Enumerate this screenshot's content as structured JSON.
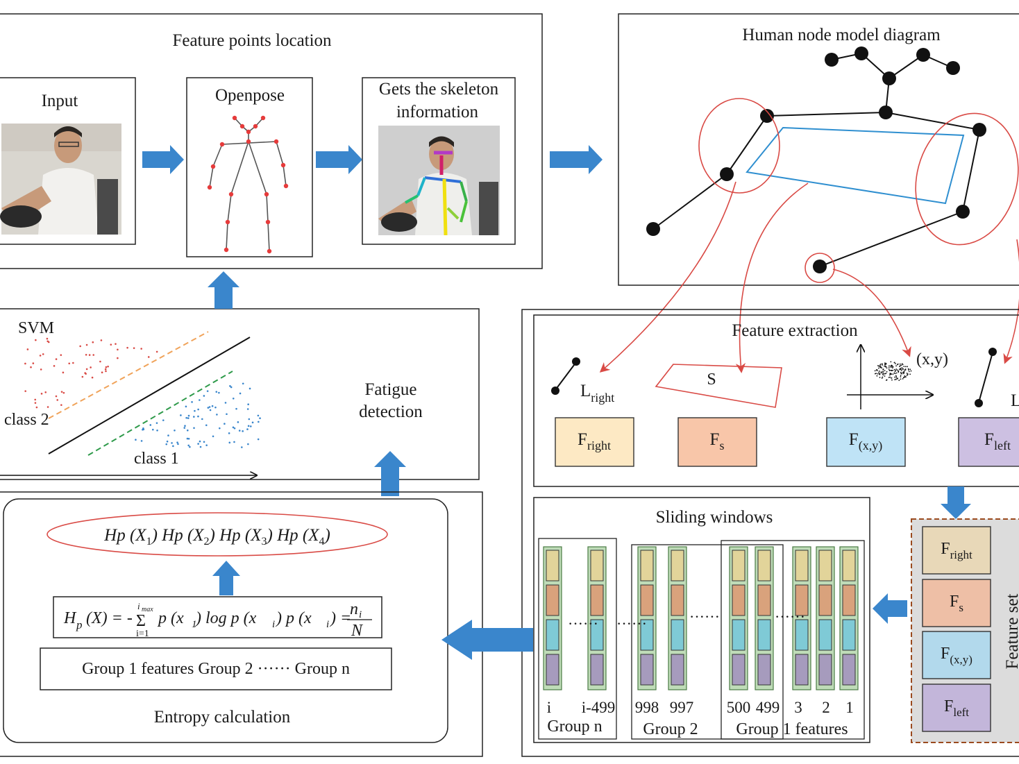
{
  "feature_points": {
    "title": "Feature points location",
    "input_label": "Input",
    "openpose_label": "Openpose",
    "skeleton_label_line1": "Gets the skeleton",
    "skeleton_label_line2": "information"
  },
  "human_model": {
    "title": "Human node model diagram"
  },
  "svm": {
    "title": "SVM",
    "class2": "class 2",
    "class1": "class 1",
    "fatigue_line1": "Fatigue",
    "fatigue_line2": "detection"
  },
  "feature_extraction": {
    "title": "Feature extraction",
    "l_right_base": "L",
    "l_right_sub": "right",
    "s_label": "S",
    "xy_label": "(x,y)",
    "l_left_base": "L",
    "boxes": [
      {
        "base": "F",
        "sub": "right",
        "color": "#fde9c4"
      },
      {
        "base": "F",
        "sub": "s",
        "color": "#f8c6a9"
      },
      {
        "base": "F",
        "sub": "(x,y)",
        "color": "#bfe3f6"
      },
      {
        "base": "F",
        "sub": "left",
        "color": "#cdc0e2"
      }
    ]
  },
  "entropy": {
    "hp_terms": [
      {
        "sub": "1"
      },
      {
        "sub": "2"
      },
      {
        "sub": "3"
      },
      {
        "sub": "4"
      }
    ],
    "hp_prefix": "Hp (X",
    "formula_h": "H",
    "formula_p_sub": "p",
    "formula_x": "(X) = -",
    "formula_sum": "Σ",
    "formula_sum_top": "i",
    "formula_sum_top_sub": "max",
    "formula_sum_bottom": "i=1",
    "formula_body": "p (x",
    "formula_body2": ") log p (x",
    "formula_body3": ")   p (x",
    "formula_body4": ") =",
    "frac_num": "n",
    "frac_num_sub": "i",
    "frac_den": "N",
    "groups_text": "Group 1 features  Group 2  ······  Group n",
    "caption": "Entropy calculation"
  },
  "sliding": {
    "title": "Sliding windows",
    "col_labels": [
      "i",
      "i-499",
      "998",
      "997",
      "500",
      "499",
      "3",
      "2",
      "1"
    ],
    "group_n": "Group n",
    "group_2": "Group 2",
    "group_1": "Group 1 features",
    "dots": "······"
  },
  "feature_set": {
    "vertical_label": "Feature set",
    "boxes": [
      {
        "base": "F",
        "sub": "right",
        "color": "#e8d8b8"
      },
      {
        "base": "F",
        "sub": "s",
        "color": "#eebfa6"
      },
      {
        "base": "F",
        "sub": "(x,y)",
        "color": "#b2d9ec"
      },
      {
        "base": "F",
        "sub": "left",
        "color": "#c3b6da"
      }
    ]
  },
  "colors": {
    "arrow_blue": "#3a86cc",
    "red": "#d94a45",
    "quad_blue": "#2f8fd0",
    "orange_dash": "#f0a35a",
    "green_dash": "#2e9a4a"
  }
}
